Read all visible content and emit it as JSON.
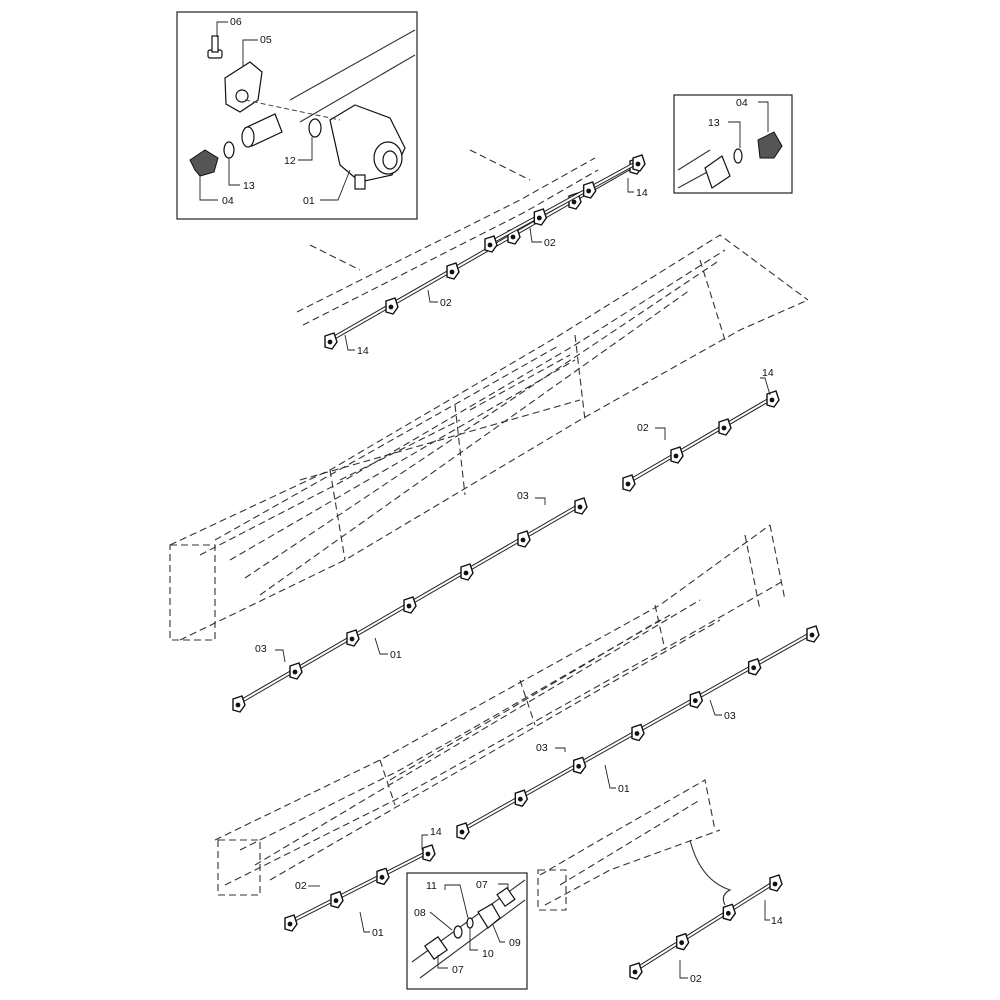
{
  "callouts": {
    "inset_top_left": {
      "c06": "06",
      "c05": "05",
      "c12": "12",
      "c13": "13",
      "c04": "04",
      "c01": "01"
    },
    "inset_top_right": {
      "c04": "04",
      "c13": "13"
    },
    "inset_bottom": {
      "c11": "11",
      "c07a": "07",
      "c08": "08",
      "c10": "10",
      "c09": "09",
      "c07b": "07"
    },
    "main": {
      "a14": "14",
      "a02": "02",
      "b02": "02",
      "b14": "14",
      "c14": "14",
      "c02": "02",
      "d03": "03",
      "d03b": "03",
      "d01": "01",
      "e03": "03",
      "e03b": "03",
      "e01": "01",
      "f14": "14",
      "f02": "02",
      "f01": "01",
      "g14": "14",
      "g02": "02"
    }
  },
  "colors": {
    "line": "#222222",
    "background": "#ffffff"
  }
}
